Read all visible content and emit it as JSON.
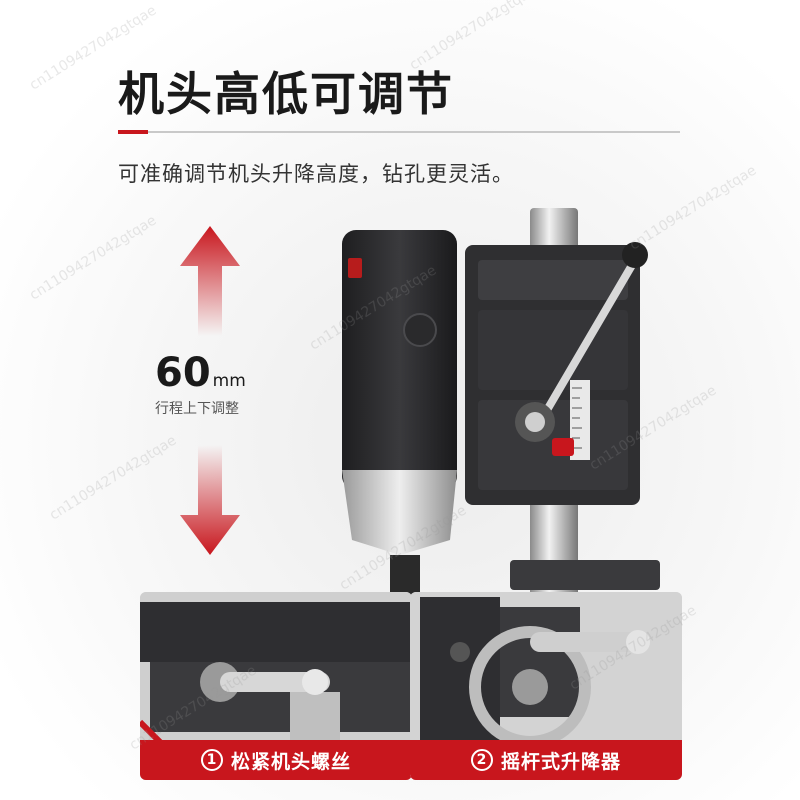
{
  "header": {
    "title": "机头高低可调节",
    "subtitle": "可准确调节机头升降高度，钻孔更灵活。"
  },
  "stroke": {
    "value": "60",
    "unit": "mm",
    "label": "行程上下调整"
  },
  "insets": [
    {
      "number": "1",
      "caption": "松紧机头螺丝"
    },
    {
      "number": "2",
      "caption": "摇杆式升降器"
    }
  ],
  "watermark": "cn1109427042gtqae",
  "colors": {
    "accent": "#c8161d",
    "text": "#1a1a1a",
    "machine_dark": "#2b2b2d"
  }
}
